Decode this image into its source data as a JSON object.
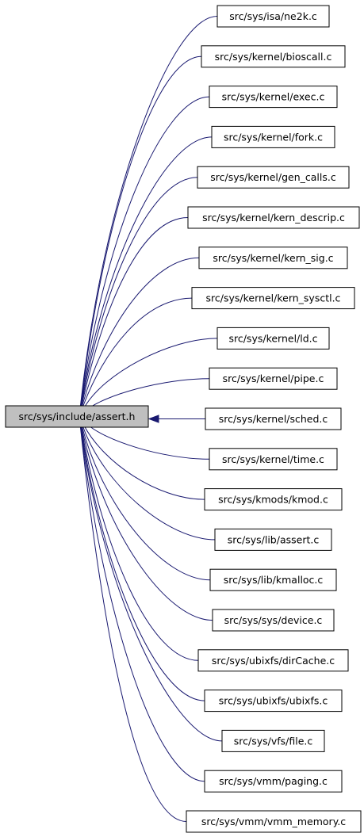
{
  "graph": {
    "root": {
      "label": "src/sys/include/assert.h"
    },
    "nodes": [
      {
        "label": "src/sys/isa/ne2k.c"
      },
      {
        "label": "src/sys/kernel/bioscall.c"
      },
      {
        "label": "src/sys/kernel/exec.c"
      },
      {
        "label": "src/sys/kernel/fork.c"
      },
      {
        "label": "src/sys/kernel/gen_calls.c"
      },
      {
        "label": "src/sys/kernel/kern_descrip.c"
      },
      {
        "label": "src/sys/kernel/kern_sig.c"
      },
      {
        "label": "src/sys/kernel/kern_sysctl.c"
      },
      {
        "label": "src/sys/kernel/ld.c"
      },
      {
        "label": "src/sys/kernel/pipe.c"
      },
      {
        "label": "src/sys/kernel/sched.c"
      },
      {
        "label": "src/sys/kernel/time.c"
      },
      {
        "label": "src/sys/kmods/kmod.c"
      },
      {
        "label": "src/sys/lib/assert.c"
      },
      {
        "label": "src/sys/lib/kmalloc.c"
      },
      {
        "label": "src/sys/sys/device.c"
      },
      {
        "label": "src/sys/ubixfs/dirCache.c"
      },
      {
        "label": "src/sys/ubixfs/ubixfs.c"
      },
      {
        "label": "src/sys/vfs/file.c"
      },
      {
        "label": "src/sys/vmm/paging.c"
      },
      {
        "label": "src/sys/vmm/vmm_memory.c"
      }
    ],
    "edge_color": "#191970",
    "root_fill": "#bfbfbf"
  }
}
